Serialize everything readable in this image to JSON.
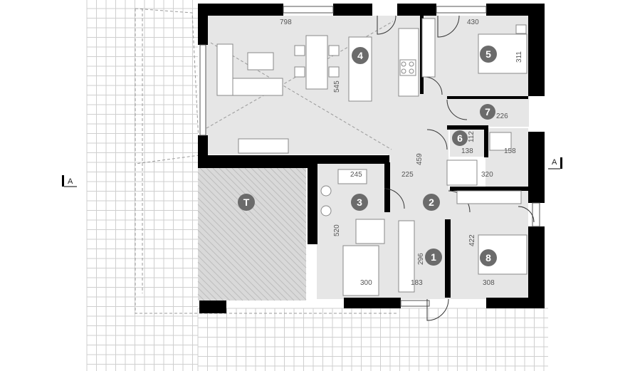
{
  "rooms": [
    {
      "id": "1",
      "label": "1"
    },
    {
      "id": "2",
      "label": "2"
    },
    {
      "id": "3",
      "label": "3"
    },
    {
      "id": "4",
      "label": "4"
    },
    {
      "id": "5",
      "label": "5"
    },
    {
      "id": "6",
      "label": "6"
    },
    {
      "id": "7",
      "label": "7"
    },
    {
      "id": "8",
      "label": "8"
    },
    {
      "id": "terrace",
      "label": "T"
    }
  ],
  "dimensions": {
    "d798": "798",
    "d430": "430",
    "d311": "311",
    "d545": "545",
    "d226": "226",
    "d112": "112",
    "d138": "138",
    "d158": "158",
    "d459": "459",
    "d225": "225",
    "d245": "245",
    "d320": "320",
    "d520": "520",
    "d422": "422",
    "d296": "296",
    "d300": "300",
    "d183": "183",
    "d308": "308"
  },
  "section_marker": {
    "left": "A",
    "right": "A"
  },
  "colors": {
    "wall": "#000000",
    "room_fill": "#e6e6e6",
    "grid_line": "#cfcfcf",
    "badge": "#6b6b6b",
    "furniture": "#ffffff"
  }
}
